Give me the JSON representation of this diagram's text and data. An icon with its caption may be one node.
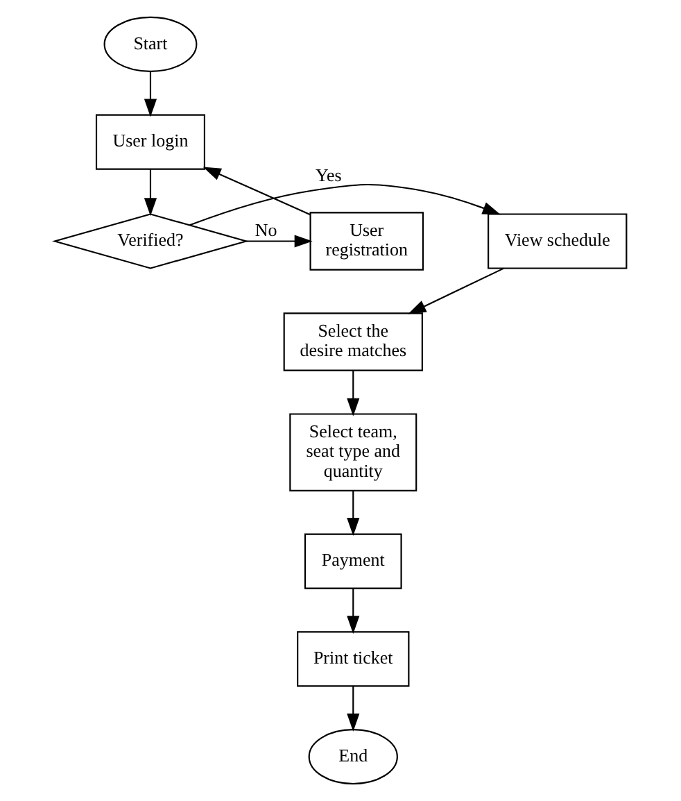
{
  "diagram": {
    "nodes": [
      {
        "text": [
          "Start"
        ]
      },
      {
        "text": [
          "User login"
        ]
      },
      {
        "text": [
          "Verified?"
        ]
      },
      {
        "text": [
          "View schedule"
        ]
      },
      {
        "text": [
          "User registration"
        ]
      },
      {
        "text": [
          "Select the desire matches"
        ]
      },
      {
        "text": [
          "Select team, seat type and quantity"
        ]
      },
      {
        "text": [
          "Payment"
        ]
      },
      {
        "text": [
          "Print ticket"
        ]
      },
      {
        "text": [
          "End"
        ]
      }
    ],
    "edges": [
      {
        "from": 0,
        "to": 1,
        "arrow": "to"
      },
      {
        "from": 1,
        "to": 2,
        "arrow": "to"
      },
      {
        "from": 2,
        "to": 3,
        "arrow": "to",
        "label": "Yes"
      },
      {
        "from": 2,
        "to": 4,
        "arrow": "to",
        "label": "No"
      },
      {
        "from": 4,
        "to": 1,
        "arrow": "to"
      },
      {
        "from": 3,
        "to": 5,
        "arrow": "to"
      },
      {
        "from": 5,
        "to": 6,
        "arrow": "to"
      },
      {
        "from": 6,
        "to": 7,
        "arrow": "to"
      },
      {
        "from": 7,
        "to": 8,
        "arrow": "to"
      },
      {
        "from": 8,
        "to": 9,
        "arrow": "to"
      }
    ]
  }
}
